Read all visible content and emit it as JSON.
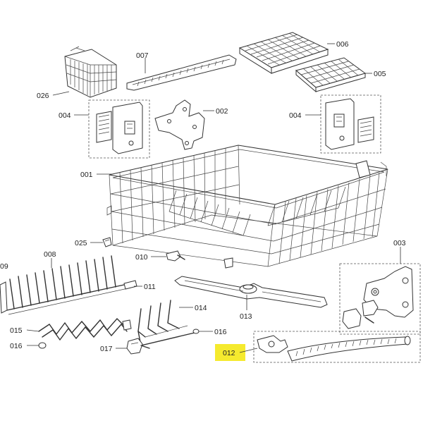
{
  "parts": {
    "p001": "001",
    "p002": "002",
    "p003": "003",
    "p004a": "004",
    "p004b": "004",
    "p005": "005",
    "p006": "006",
    "p007": "007",
    "p008": "008",
    "p009": "09",
    "p010": "010",
    "p011": "011",
    "p012": "012",
    "p013": "013",
    "p014": "014",
    "p015": "015",
    "p016a": "016",
    "p016b": "016",
    "p017": "017",
    "p025": "025",
    "p026": "026"
  },
  "highlight": {
    "part": "012",
    "color": "#f5ea2e"
  }
}
